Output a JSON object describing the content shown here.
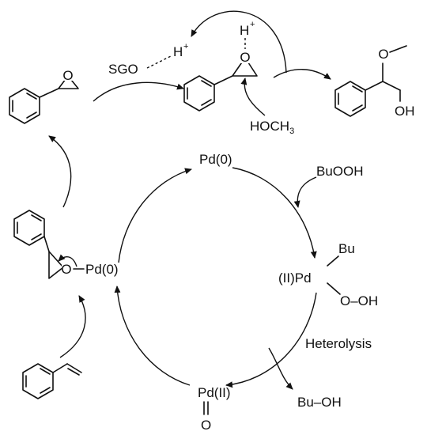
{
  "labels": {
    "sgo": "SGO",
    "h_plus_left": "H",
    "plus_left": "+",
    "h_plus_top": "H",
    "plus_top": "+",
    "epoxide_o": "O",
    "methanol_base": "HOCH",
    "methanol_sub": "3",
    "product_oh": "OH",
    "product_ome_o": "O",
    "pd0_top": "Pd(0)",
    "buooh": "BuOOH",
    "bu_on_pd": "Bu",
    "pd2_right": "(II)Pd",
    "peroxo": "O–OH",
    "heterolysis": "Heterolysis",
    "pd2_bottom": "Pd(II)",
    "oxo_o": "O",
    "buoh": "Bu–OH",
    "complex_o": "O",
    "complex_pd": "Pd(0)"
  },
  "colors": {
    "ink": "#111111",
    "background": "#ffffff"
  }
}
